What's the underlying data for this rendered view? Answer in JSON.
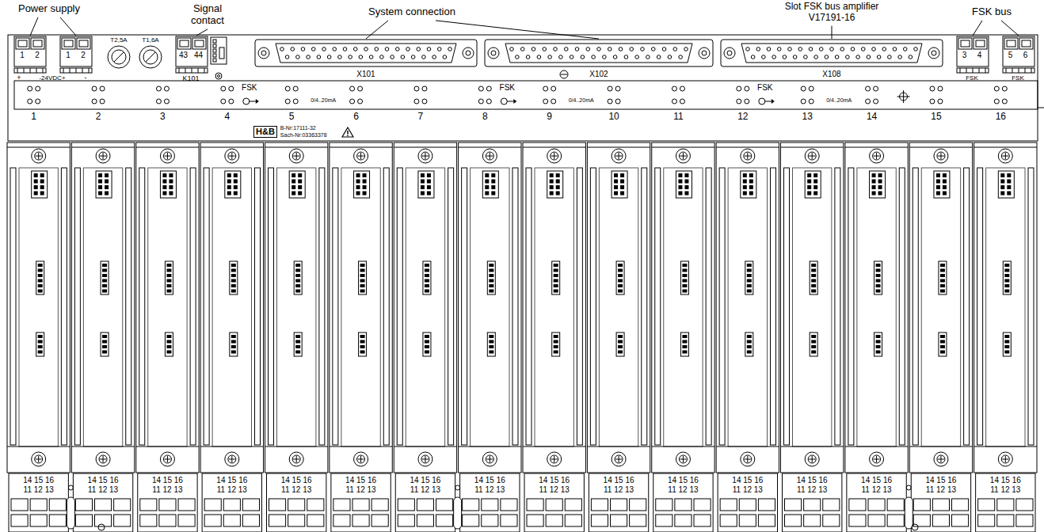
{
  "diagram": {
    "nodes": [
      {
        "text": [
          "H&B",
          "B-Nr:17111-32",
          "Sach-Nr:03363378"
        ]
      }
    ],
    "labels": [
      "Power supply",
      "Signal contact",
      "System connection",
      "Slot FSK bus amplifier V17191-16",
      "FSK bus",
      "1",
      "2",
      "1",
      "2",
      "+",
      "-24VDC+",
      "-",
      "T2,5A",
      "T1,6A",
      "43",
      "44",
      "K101",
      "X101",
      "X102",
      "X108",
      "3",
      "4",
      "FSK",
      "5",
      "6",
      "FSK",
      "FSK",
      "0/4..20mA",
      "FSK",
      "0/4..20mA",
      "FSK",
      "0/4..20mA",
      "1",
      "2",
      "3",
      "4",
      "5",
      "6",
      "7",
      "8",
      "9",
      "10",
      "11",
      "12",
      "13",
      "14",
      "15",
      "16",
      "14 15 16",
      "11 12 13",
      "14 15 16",
      "11 12 13",
      "14 15 16",
      "11 12 13",
      "14 15 16",
      "11 12 13",
      "14 15 16",
      "11 12 13",
      "14 15 16",
      "11 12 13",
      "14 15 16",
      "11 12 13",
      "14 15 16",
      "11 12 13",
      "14 15 16",
      "11 12 13",
      "14 15 16",
      "11 12 13",
      "14 15 16",
      "11 12 13",
      "14 15 16",
      "11 12 13",
      "14 15 16",
      "11 12 13",
      "14 15 16",
      "11 12 13",
      "14 15 16",
      "11 12 13",
      "14 15 16",
      "11 12 13"
    ]
  }
}
